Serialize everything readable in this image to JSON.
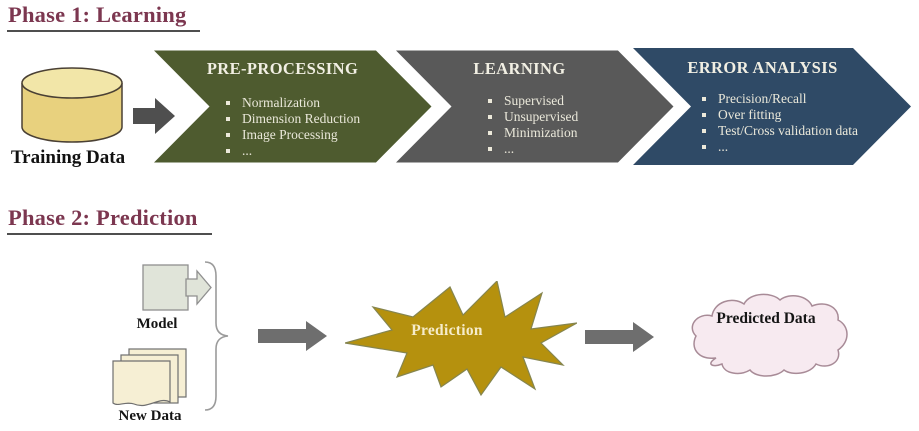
{
  "phase1": {
    "title": "Phase 1: Learning",
    "source_label": "Training Data",
    "steps": [
      {
        "title": "PRE-PROCESSING",
        "color": "#4e5b2f",
        "items": [
          "Normalization",
          "Dimension Reduction",
          "Image Processing",
          "..."
        ]
      },
      {
        "title": "LEARNING",
        "color": "#595959",
        "items": [
          "Supervised",
          "Unsupervised",
          "Minimization",
          "..."
        ]
      },
      {
        "title": "ERROR ANALYSIS",
        "color": "#2f4a66",
        "items": [
          "Precision/Recall",
          "Over fitting",
          "Test/Cross validation data",
          "..."
        ]
      }
    ]
  },
  "phase2": {
    "title": "Phase 2: Prediction",
    "model_label": "Model",
    "new_data_label": "New Data",
    "process_label": "Prediction",
    "output_label": "Predicted Data"
  },
  "colors": {
    "phase_title": "#7c3750",
    "underline": "#4f4f4f",
    "cylinder_body": "#e8d17e",
    "cylinder_top": "#f2e6a8",
    "cylinder_stroke": "#4a4034",
    "arrow_dark": "#4f4f4f",
    "arrow": "#6e6e6e",
    "model_fill": "#e0e4d9",
    "model_stroke": "#8f8f8f",
    "page_fill": "#f6efd4",
    "page_stroke": "#6f6f6f",
    "brace_stroke": "#9b9b9b",
    "burst": "#b5910e",
    "burst_stroke": "#85854f",
    "burst_text": "#f6eccb",
    "cloud_fill": "#f7eaf0",
    "cloud_stroke": "#a88b97",
    "chevron_text": "#f1efe3"
  }
}
